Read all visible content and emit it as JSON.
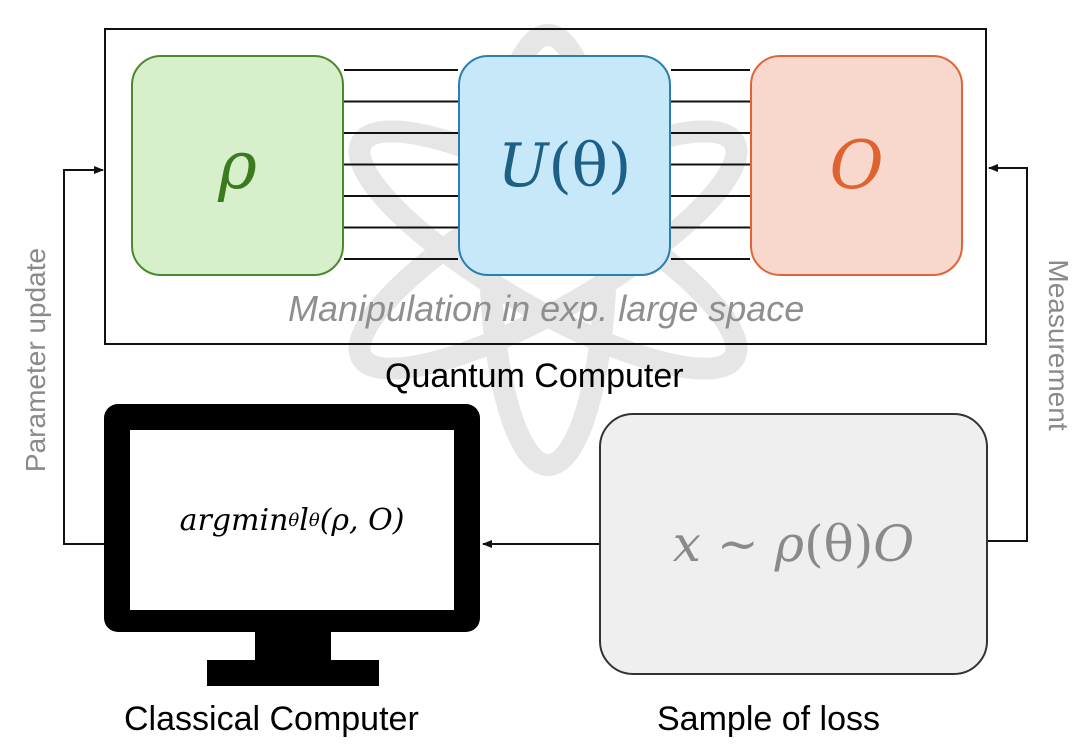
{
  "quantum_computer": {
    "label": "Quantum Computer",
    "rho_symbol": "ρ",
    "unitary_symbol": "U",
    "unitary_arg": "(θ)",
    "observable_symbol": "O",
    "manipulation_text": "Manipulation in exp. large space",
    "qubit_wire_count": 7
  },
  "classical_computer": {
    "label": "Classical Computer",
    "objective": "argmin",
    "objective_subscript": "θ",
    "loss": " l",
    "loss_subscript": "θ",
    "loss_args": "(ρ, O)"
  },
  "sample": {
    "label": "Sample of loss",
    "x": "x",
    "tilde": " ~ ",
    "rho": "ρ",
    "theta_args": "(θ)",
    "observable": "O"
  },
  "arrows": {
    "parameter_update": "Parameter update",
    "measurement": "Measurement"
  },
  "colors": {
    "rho_fill": "#d7efcb",
    "unitary_fill": "#c6e8f8",
    "observable_fill": "#f8d8cc",
    "sample_fill": "#efefef"
  }
}
